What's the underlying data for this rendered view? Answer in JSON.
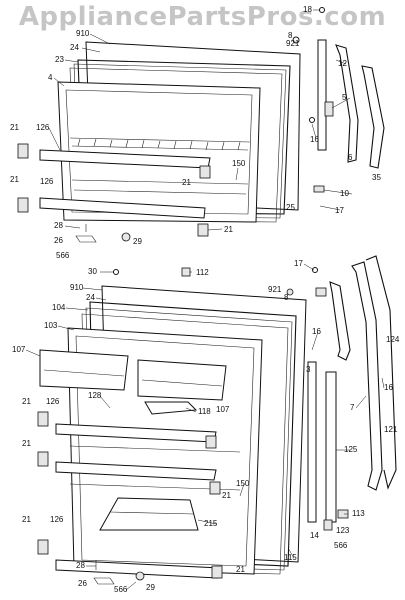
{
  "watermark": "AppliancePartsPros.com",
  "labels": {
    "upper": [
      {
        "id": "u18",
        "text": "18"
      },
      {
        "id": "u910",
        "text": "910"
      },
      {
        "id": "u8",
        "text": "8"
      },
      {
        "id": "u24",
        "text": "24"
      },
      {
        "id": "u921",
        "text": "921"
      },
      {
        "id": "u23",
        "text": "23"
      },
      {
        "id": "u12",
        "text": "12"
      },
      {
        "id": "u4",
        "text": "4"
      },
      {
        "id": "u5",
        "text": "5"
      },
      {
        "id": "u21a",
        "text": "21"
      },
      {
        "id": "u126a",
        "text": "126"
      },
      {
        "id": "u16",
        "text": "16"
      },
      {
        "id": "u150",
        "text": "150"
      },
      {
        "id": "u6",
        "text": "6"
      },
      {
        "id": "u35",
        "text": "35"
      },
      {
        "id": "u21b",
        "text": "21"
      },
      {
        "id": "u21c",
        "text": "21"
      },
      {
        "id": "u126b",
        "text": "126"
      },
      {
        "id": "u10",
        "text": "10"
      },
      {
        "id": "u25",
        "text": "25"
      },
      {
        "id": "u17",
        "text": "17"
      },
      {
        "id": "u28",
        "text": "28"
      },
      {
        "id": "u26",
        "text": "26"
      },
      {
        "id": "u29",
        "text": "29"
      },
      {
        "id": "u21d",
        "text": "21"
      },
      {
        "id": "u566",
        "text": "566"
      }
    ],
    "lower": [
      {
        "id": "l30",
        "text": "30"
      },
      {
        "id": "l112",
        "text": "112"
      },
      {
        "id": "l17",
        "text": "17"
      },
      {
        "id": "l910",
        "text": "910"
      },
      {
        "id": "l24",
        "text": "24"
      },
      {
        "id": "l921",
        "text": "921"
      },
      {
        "id": "l8",
        "text": "8"
      },
      {
        "id": "l104",
        "text": "104"
      },
      {
        "id": "l103",
        "text": "103"
      },
      {
        "id": "l16a",
        "text": "16"
      },
      {
        "id": "l107a",
        "text": "107"
      },
      {
        "id": "l124",
        "text": "124"
      },
      {
        "id": "l3",
        "text": "3"
      },
      {
        "id": "l16b",
        "text": "16"
      },
      {
        "id": "l21a",
        "text": "21"
      },
      {
        "id": "l126a",
        "text": "126"
      },
      {
        "id": "l128",
        "text": "128"
      },
      {
        "id": "l118",
        "text": "118"
      },
      {
        "id": "l107b",
        "text": "107"
      },
      {
        "id": "l7",
        "text": "7"
      },
      {
        "id": "l121",
        "text": "121"
      },
      {
        "id": "l21b",
        "text": "21"
      },
      {
        "id": "l125",
        "text": "125"
      },
      {
        "id": "l150",
        "text": "150"
      },
      {
        "id": "l113",
        "text": "113"
      },
      {
        "id": "l21c",
        "text": "21"
      },
      {
        "id": "l215",
        "text": "215"
      },
      {
        "id": "l123",
        "text": "123"
      },
      {
        "id": "l21d",
        "text": "21"
      },
      {
        "id": "l126b",
        "text": "126"
      },
      {
        "id": "l14",
        "text": "14"
      },
      {
        "id": "l566a",
        "text": "566"
      },
      {
        "id": "l115",
        "text": "115"
      },
      {
        "id": "l21e",
        "text": "21"
      },
      {
        "id": "l28",
        "text": "28"
      },
      {
        "id": "l26",
        "text": "26"
      },
      {
        "id": "l566b",
        "text": "566"
      },
      {
        "id": "l29",
        "text": "29"
      }
    ]
  }
}
